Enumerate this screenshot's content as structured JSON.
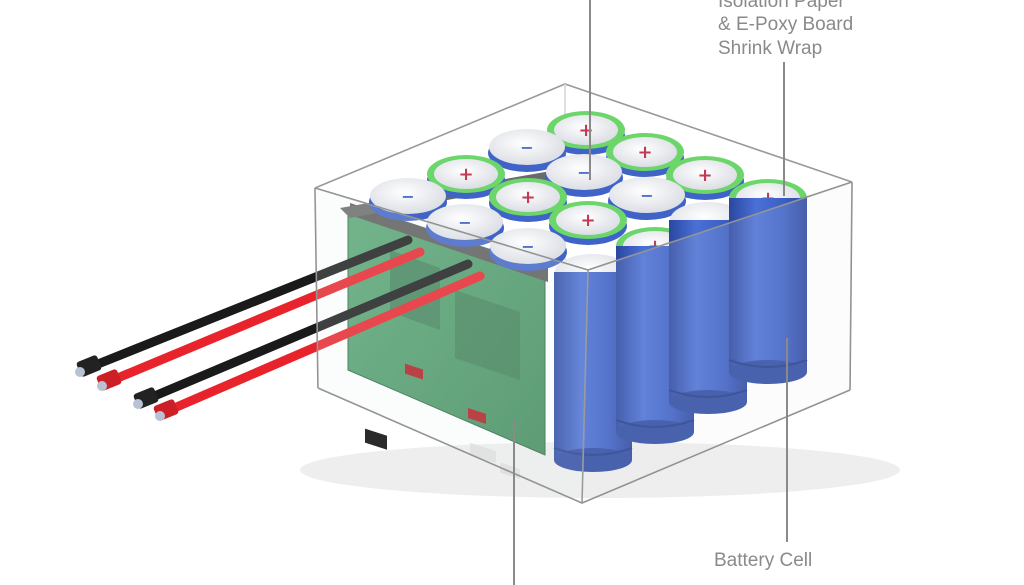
{
  "labels": {
    "isolation_paper": "Isolation Paper",
    "epoxy_board": "& E-Poxy Board",
    "shrink_wrap": "Shrink Wrap",
    "battery_cell": "Battery Cell"
  },
  "cells": {
    "positive_symbol": "+",
    "negative_symbol": "−"
  },
  "colors": {
    "cell_blue": "#3f63c7",
    "cell_dark": "#2c4aa3",
    "wire_red": "#e8232b",
    "wire_black": "#1a1a1a",
    "pcb_green": "#4e9d6b",
    "ring_green": "#6cd66a",
    "label_gray": "#8a8a8a"
  }
}
